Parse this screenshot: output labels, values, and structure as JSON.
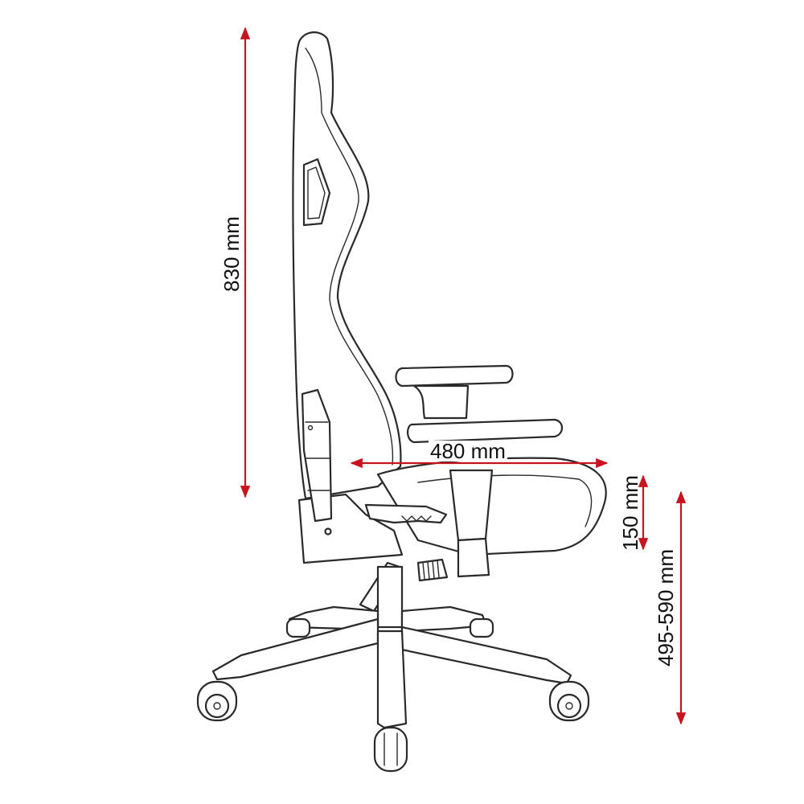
{
  "dimensions": {
    "backrest_height": {
      "label": "830 mm",
      "value": 830,
      "unit": "mm"
    },
    "seat_width": {
      "label": "480 mm",
      "value": 480,
      "unit": "mm"
    },
    "armrest_adjust": {
      "label": "150 mm",
      "value": 150,
      "unit": "mm"
    },
    "seat_height_range": {
      "label": "495-590 mm",
      "min": 495,
      "max": 590,
      "unit": "mm"
    }
  },
  "colors": {
    "dimension_line": "#c8141e",
    "outline": "#2a2a2a",
    "text": "#111111",
    "background": "#ffffff"
  }
}
